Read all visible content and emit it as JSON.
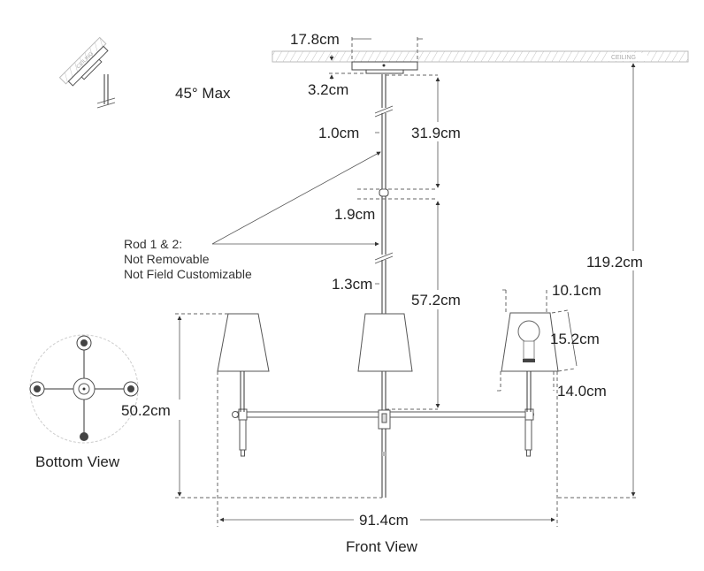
{
  "ceiling_label": "CEILING",
  "tilt_note": "45° Max",
  "dimensions": {
    "canopy_width": "17.8cm",
    "canopy_height": "3.2cm",
    "rod_diameter_upper": "1.0cm",
    "rod_length_upper": "31.9cm",
    "coupler_height": "1.9cm",
    "rod_diameter_lower": "1.3cm",
    "rod_length_lower": "57.2cm",
    "overall_height": "119.2cm",
    "fixture_height": "50.2cm",
    "overall_width": "91.4cm",
    "shade_top": "10.1cm",
    "shade_height": "15.2cm",
    "shade_bottom": "14.0cm"
  },
  "rod_note": [
    "Rod 1 & 2:",
    "Not Removable",
    "Not Field Customizable"
  ],
  "views": {
    "bottom": "Bottom View",
    "front": "Front View"
  }
}
